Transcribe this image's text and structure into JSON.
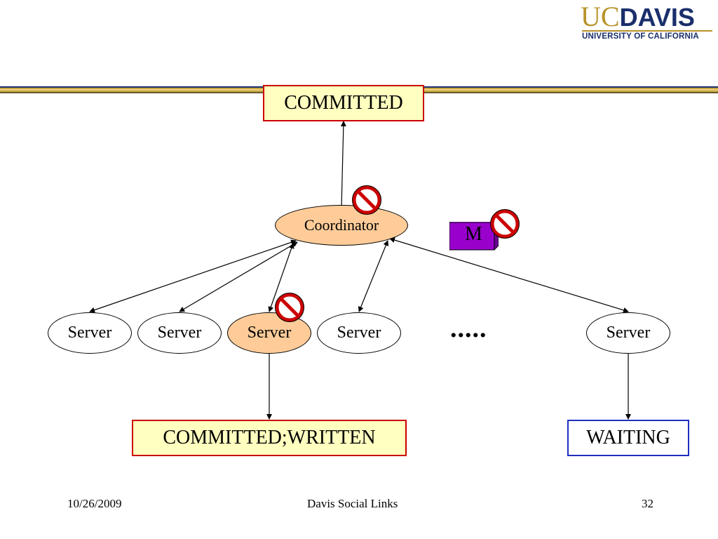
{
  "logo": {
    "uc": "UC",
    "davis": "DAVIS",
    "subtitle": "UNIVERSITY OF CALIFORNIA"
  },
  "diagram": {
    "top_box": "COMMITTED",
    "coordinator": "Coordinator",
    "message": "M",
    "servers": [
      "Server",
      "Server",
      "Server",
      "Server",
      "Server"
    ],
    "ellipsis": ".....",
    "bottom_left_box": "COMMITTED;WRITTEN",
    "bottom_right_box": "WAITING"
  },
  "footer": {
    "date": "10/26/2009",
    "title": "Davis Social Links",
    "page": "32"
  },
  "colors": {
    "accent_gold": "#b8922a",
    "navy": "#1a2f6b",
    "committed_fill": "#ffffc0",
    "committed_border": "#cc0000",
    "waiting_border": "#1f2fbf",
    "highlight_node": "#ffcc99",
    "message_fill": "#9900cc",
    "prohibited_red": "#cc0000"
  }
}
